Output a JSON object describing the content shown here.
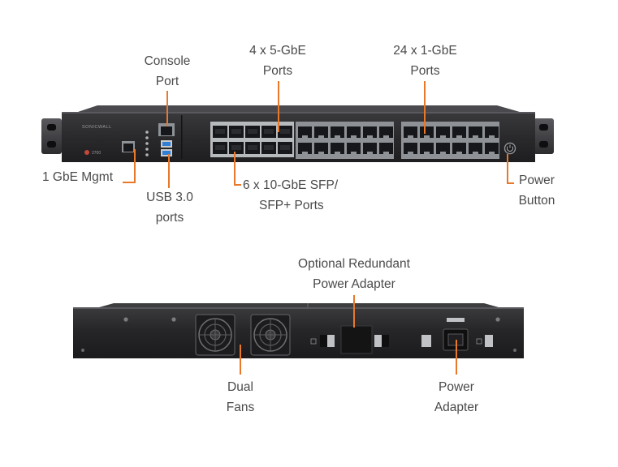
{
  "colors": {
    "callout": "#e8782a",
    "chassis_front": "#2a2a2c",
    "chassis_rear": "#242426",
    "port_housing": "#8e9296",
    "port_opening": "#16171a",
    "usb": "#2f7fd6",
    "label_text": "#4a4a4a"
  },
  "front_panel": {
    "brand_text": "SONICWALL",
    "model_text": "2700"
  },
  "labels": {
    "console_port": [
      "Console",
      "Port"
    ],
    "sfp_5gbe": [
      "4 x 5-GbE",
      "Ports"
    ],
    "ports_1gbe": [
      "24 x 1-GbE",
      "Ports"
    ],
    "mgmt": [
      "1 GbE Mgmt"
    ],
    "usb": [
      "USB 3.0",
      "ports"
    ],
    "sfp_10gbe": [
      "6 x 10-GbE SFP/",
      "SFP+ Ports"
    ],
    "power_button": [
      "Power",
      "Button"
    ],
    "redundant_power": [
      "Optional Redundant",
      "Power Adapter"
    ],
    "fans": [
      "Dual",
      "Fans"
    ],
    "power_adapter": [
      "Power",
      "Adapter"
    ]
  },
  "icons": {
    "power_button": "power-icon",
    "fan": "fan-icon"
  }
}
